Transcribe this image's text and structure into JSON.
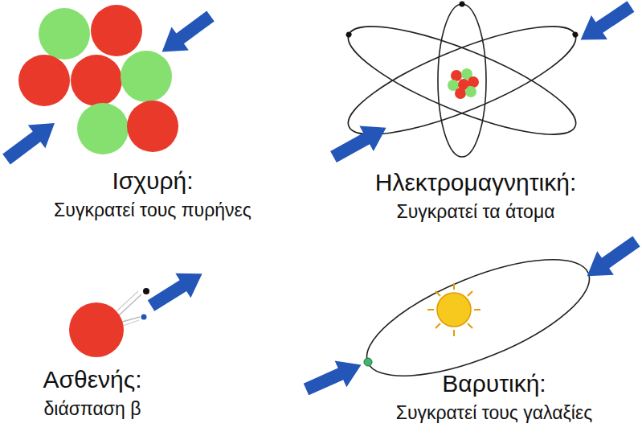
{
  "diagram": {
    "labels": [
      "Ισχυρή:",
      "Συγκρατεί τους πυρήνες",
      "Ηλεκτρομαγνητική:",
      "Συγκρατεί τα άτομα",
      "Ασθενής:",
      "διάσπαση β",
      "Βαρυτική:",
      "Συγκρατεί τους γαλαξίες"
    ]
  }
}
